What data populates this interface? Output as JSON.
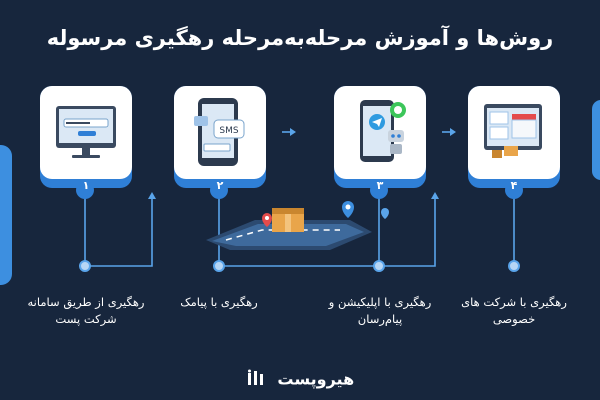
{
  "title": "روش‌ها و آموزش مرحله‌به‌مرحله رهگیری مرسوله",
  "steps": [
    {
      "number": "۱",
      "label": "رهگیری از طریق سامانه شرکت پست",
      "icon": "postal-website-icon"
    },
    {
      "number": "۲",
      "label": "رهگیری با پیامک",
      "icon": "sms-phone-icon"
    },
    {
      "number": "۳",
      "label": "رهگیری با اپلیکیشن و پیام‌رسان",
      "icon": "messenger-app-icon"
    },
    {
      "number": "۴",
      "label": "رهگیری با شرکت های خصوصی",
      "icon": "private-company-store-icon"
    }
  ],
  "phone_screen_text": "SMS",
  "logo_text": "هیروپست",
  "colors": {
    "background": "#17263d",
    "accent": "#2f7fd6",
    "card": "#ffffff",
    "line": "#5aa4ea"
  }
}
